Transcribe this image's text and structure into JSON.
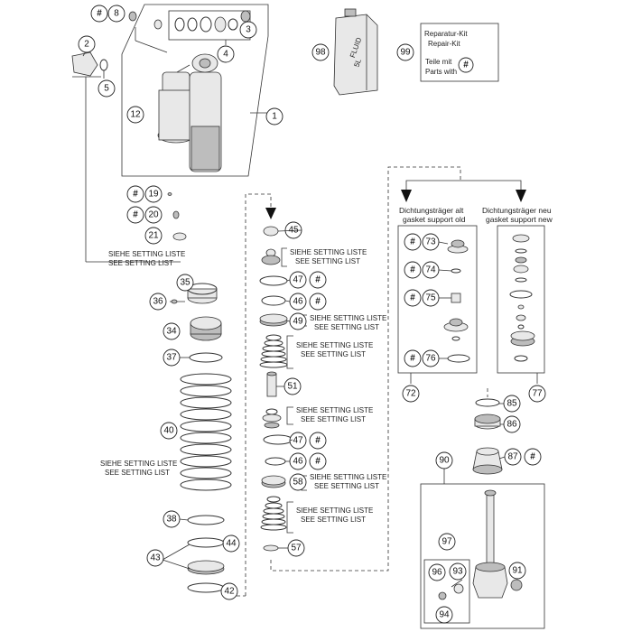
{
  "callouts": {
    "c1": "1",
    "c2": "2",
    "c3": "3",
    "c4": "4",
    "c5": "5",
    "c8": "8",
    "c12": "12",
    "c19": "19",
    "c20": "20",
    "c21": "21",
    "c34": "34",
    "c35": "35",
    "c36": "36",
    "c37": "37",
    "c38": "38",
    "c40": "40",
    "c42": "42",
    "c43": "43",
    "c44": "44",
    "c45": "45",
    "c46a": "46",
    "c46b": "46",
    "c47a": "47",
    "c47b": "47",
    "c49": "49",
    "c51": "51",
    "c57": "57",
    "c58": "58",
    "c72": "72",
    "c73": "73",
    "c74": "74",
    "c75": "75",
    "c76": "76",
    "c77": "77",
    "c85": "85",
    "c86": "86",
    "c87": "87",
    "c90": "90",
    "c91": "91",
    "c93": "93",
    "c94": "94",
    "c96": "96",
    "c97": "97",
    "c98": "98",
    "c99": "99"
  },
  "hash_symbol": "#",
  "setting_list": {
    "de": "SIEHE SETTING LISTE",
    "en": "SEE SETTING LIST"
  },
  "gasket_old": {
    "de": "Dichtungsträger alt",
    "en": "gasket support old"
  },
  "gasket_new": {
    "de": "Dichtungsträger neu",
    "en": "gasket support new"
  },
  "repair_kit": {
    "line1": "Reparatur-Kit",
    "line2": "Repair-Kit",
    "line3": "Teile mit",
    "line4": "Parts with"
  },
  "fluid_can": {
    "label1": "FLUID",
    "label2": "5L"
  }
}
